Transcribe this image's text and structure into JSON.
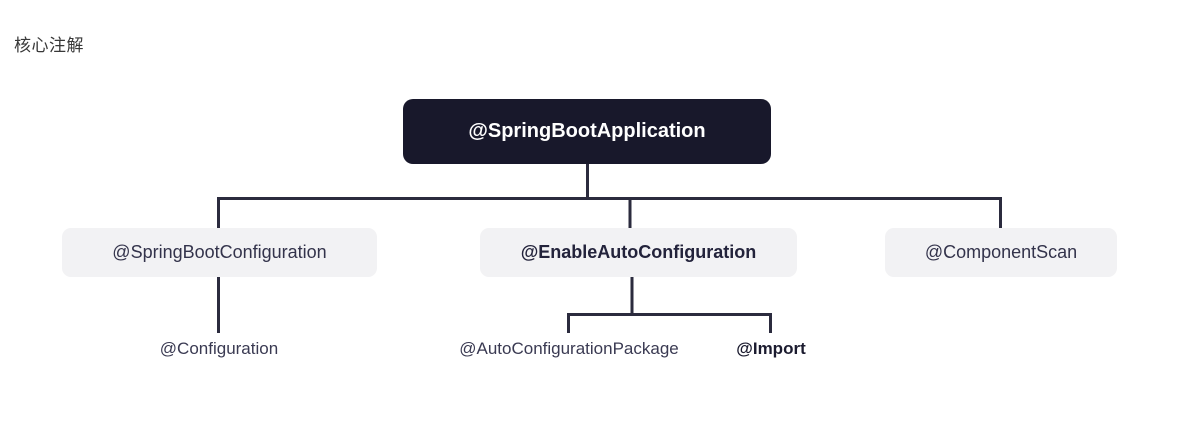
{
  "page": {
    "title": "核心注解"
  },
  "colors": {
    "background": "#ffffff",
    "root_node_bg": "#18182b",
    "root_node_text": "#ffffff",
    "child_node_bg": "#f2f2f4",
    "node_text": "#33334b",
    "leaf_text": "#3a3a52",
    "connector": "#2b2b3e",
    "title_text": "#383838"
  },
  "tree": {
    "root": {
      "label": "@SpringBootApplication",
      "children": [
        {
          "label": "@SpringBootConfiguration",
          "bold": false,
          "children": [
            {
              "label": "@Configuration",
              "bold": false
            }
          ]
        },
        {
          "label": "@EnableAutoConfiguration",
          "bold": true,
          "children": [
            {
              "label": "@AutoConfigurationPackage",
              "bold": false
            },
            {
              "label": "@Import",
              "bold": true
            }
          ]
        },
        {
          "label": "@ComponentScan",
          "bold": false,
          "children": []
        }
      ]
    }
  }
}
